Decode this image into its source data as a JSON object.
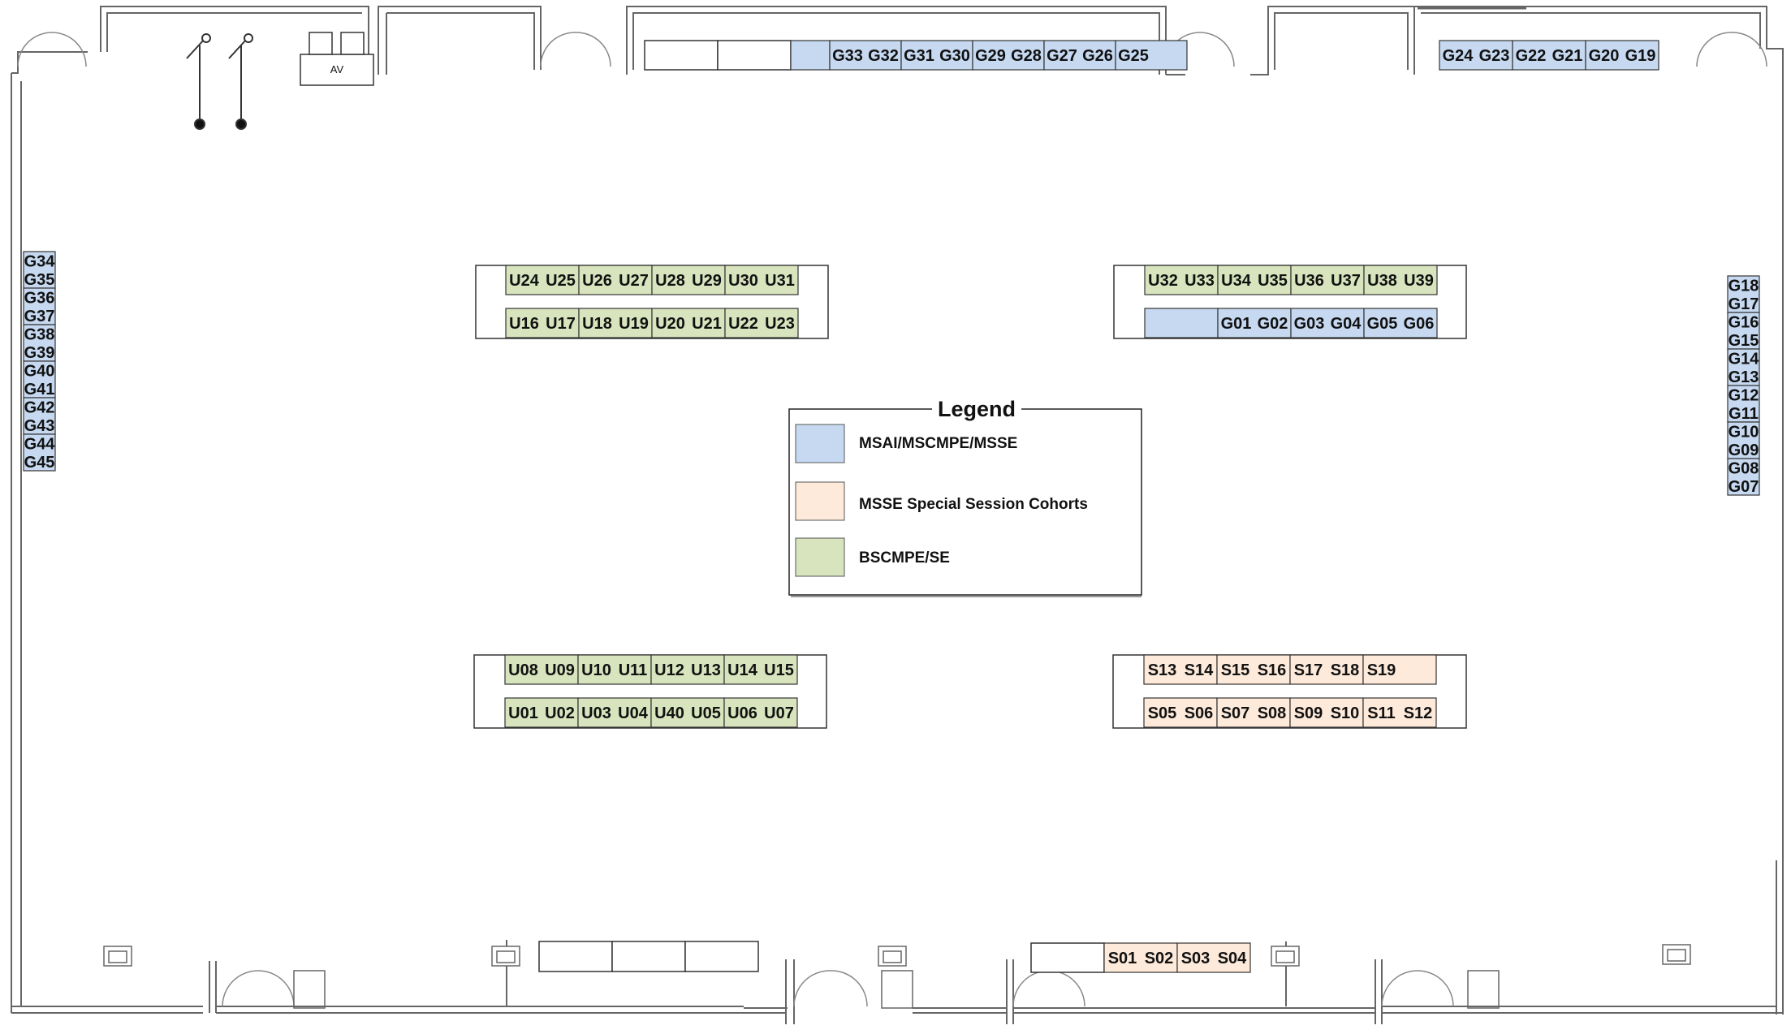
{
  "colors": {
    "msai": "#c6d9f1",
    "msse_special": "#fdeada",
    "bscmpe": "#d7e4bd",
    "line": "#555555"
  },
  "legend": {
    "title": "Legend",
    "items": [
      {
        "label": "MSAI/MSCMPE/MSSE",
        "color_key": "msai"
      },
      {
        "label": "MSSE Special Session Cohorts",
        "color_key": "msse_special"
      },
      {
        "label": "BSCMPE/SE",
        "color_key": "bscmpe"
      }
    ]
  },
  "av_label": "AV",
  "seat_groups": {
    "top_center": [
      "G33",
      "G32",
      "G31",
      "G30",
      "G29",
      "G28",
      "G27",
      "G26",
      "G25"
    ],
    "top_right": [
      "G24",
      "G23",
      "G22",
      "G21",
      "G20",
      "G19"
    ],
    "left_wall": [
      "G34",
      "G35",
      "G36",
      "G37",
      "G38",
      "G39",
      "G40",
      "G41",
      "G42",
      "G43",
      "G44",
      "G45"
    ],
    "right_wall": [
      "G18",
      "G17",
      "G16",
      "G15",
      "G14",
      "G13",
      "G12",
      "G11",
      "G10",
      "G09",
      "G08",
      "G07"
    ],
    "tl_top": [
      "U24",
      "U25",
      "U26",
      "U27",
      "U28",
      "U29",
      "U30",
      "U31"
    ],
    "tl_bottom": [
      "U16",
      "U17",
      "U18",
      "U19",
      "U20",
      "U21",
      "U22",
      "U23"
    ],
    "tr_top": [
      "U32",
      "U33",
      "U34",
      "U35",
      "U36",
      "U37",
      "U38",
      "U39"
    ],
    "tr_bottom": [
      "G01",
      "G02",
      "G03",
      "G04",
      "G05",
      "G06"
    ],
    "bl_top": [
      "U08",
      "U09",
      "U10",
      "U11",
      "U12",
      "U13",
      "U14",
      "U15"
    ],
    "bl_bottom": [
      "U01",
      "U02",
      "U03",
      "U04",
      "U40",
      "U05",
      "U06",
      "U07"
    ],
    "br_top": [
      "S13",
      "S14",
      "S15",
      "S16",
      "S17",
      "S18",
      "S19"
    ],
    "br_bottom": [
      "S05",
      "S06",
      "S07",
      "S08",
      "S09",
      "S10",
      "S11",
      "S12"
    ],
    "bottom_center": [
      "S01",
      "S02",
      "S03",
      "S04"
    ]
  }
}
